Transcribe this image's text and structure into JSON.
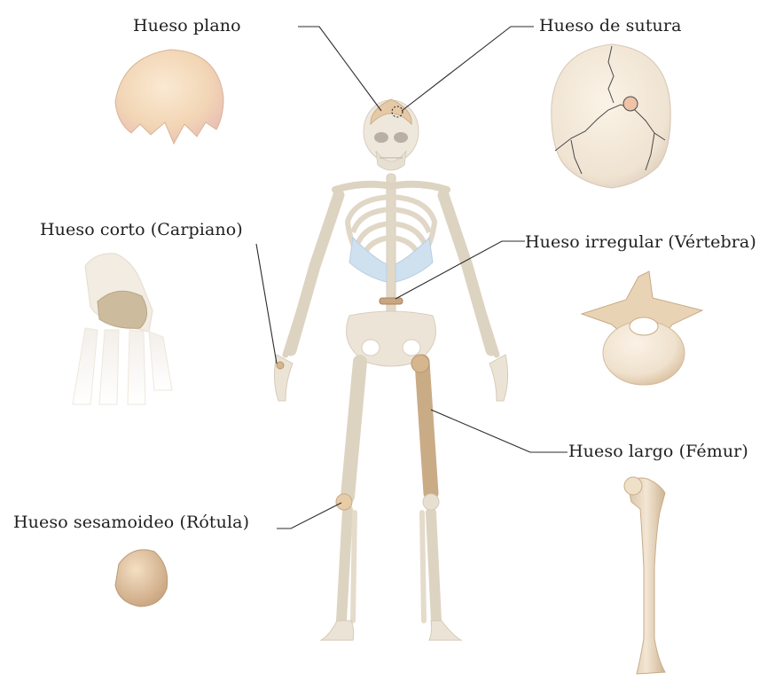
{
  "labels": {
    "flat": "Hueso plano",
    "sutural": "Hueso de sutura",
    "short": "Hueso corto (Carpiano)",
    "irregular": "Hueso irregular (Vértebra)",
    "long": "Hueso largo (Fémur)",
    "sesamoid": "Hueso sesamoideo (Rótula)"
  },
  "colors": {
    "bone_light": "#ece6d9",
    "bone_highlight": "#c9a582",
    "bone_tan": "#e9d1b4",
    "cartilage": "#cfe0ef",
    "leader_line": "#2b2b2b",
    "suture_line": "#4a4a4a"
  }
}
